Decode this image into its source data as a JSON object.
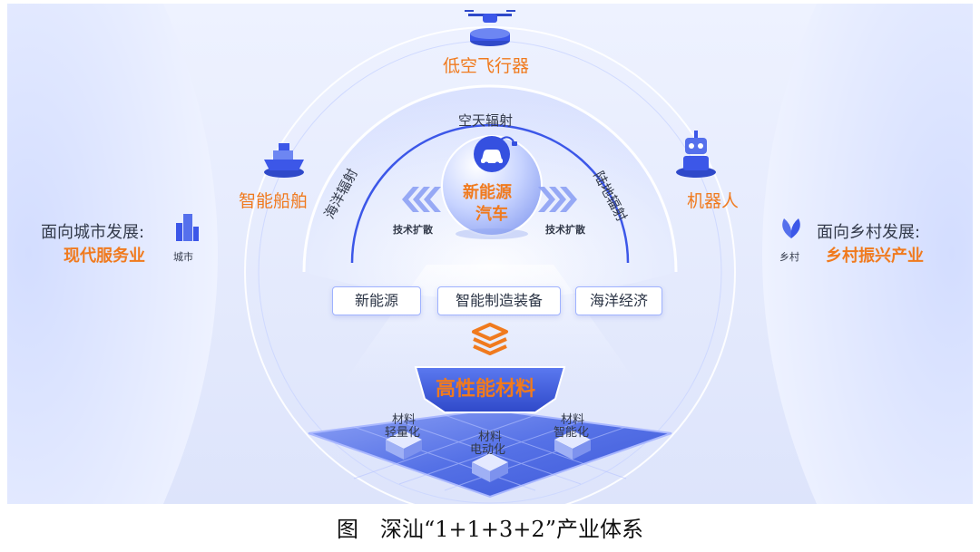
{
  "caption": "图　深汕“1+1+3+2”产业体系",
  "center": {
    "line1": "新能源",
    "line2": "汽车"
  },
  "radiation": {
    "sky": "空天辐射",
    "ocean": "海洋辐射",
    "land": "陆地辐射"
  },
  "diffusion": {
    "left": "技术扩散",
    "right": "技术扩散"
  },
  "outer_nodes": {
    "drone": "低空飞行器",
    "ship": "智能船舶",
    "robot": "机器人"
  },
  "pillars": [
    "新能源",
    "智能制造装备",
    "海洋经济"
  ],
  "base": {
    "title": "高性能材料",
    "cubes": [
      {
        "l1": "材料",
        "l2": "轻量化"
      },
      {
        "l1": "材料",
        "l2": "电动化"
      },
      {
        "l1": "材料",
        "l2": "智能化"
      }
    ]
  },
  "left_panel": {
    "heading": "面向城市发展:",
    "value": "现代服务业",
    "icon_label": "城市"
  },
  "right_panel": {
    "heading": "面向乡村发展:",
    "value": "乡村振兴产业",
    "icon_label": "乡村"
  },
  "colors": {
    "accent": "#f07a1e",
    "primary": "#3c57e8",
    "panel": "#dfe6ff"
  },
  "icons": [
    "drone-icon",
    "ship-icon",
    "robot-icon",
    "car-plug-icon",
    "city-icon",
    "leaf-icon",
    "layers-icon"
  ]
}
